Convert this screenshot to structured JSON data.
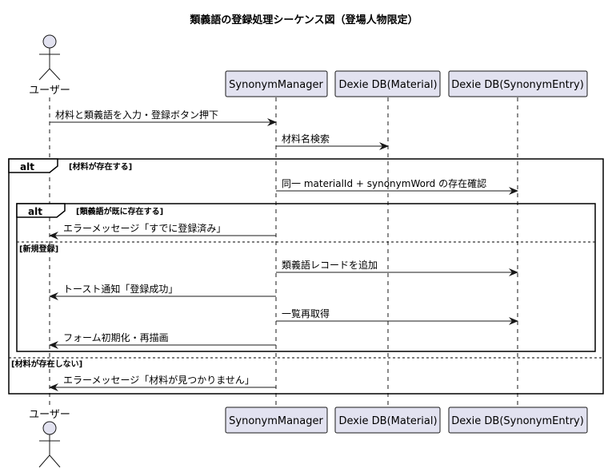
{
  "title": "類義語の登録処理シーケンス図（登場人物限定）",
  "participants": {
    "user": "ユーザー",
    "manager": "SynonymManager",
    "material": "Dexie DB(Material)",
    "entry": "Dexie DB(SynonymEntry)"
  },
  "frames": {
    "outer_label": "alt",
    "outer_guard": "[材料が存在する]",
    "outer_else_guard": "[材料が存在しない]",
    "inner_label": "alt",
    "inner_guard": "[類義語が既に存在する]",
    "inner_else_guard": "[新規登録]"
  },
  "messages": [
    {
      "from": "user",
      "to": "manager",
      "text": "材料と類義語を入力・登録ボタン押下"
    },
    {
      "from": "manager",
      "to": "material",
      "text": "材料名検索"
    },
    {
      "from": "manager",
      "to": "entry",
      "text": "同一 materialId + synonymWord の存在確認"
    },
    {
      "from": "manager",
      "to": "user",
      "text": "エラーメッセージ「すでに登録済み」"
    },
    {
      "from": "manager",
      "to": "entry",
      "text": "類義語レコードを追加"
    },
    {
      "from": "manager",
      "to": "user",
      "text": "トースト通知「登録成功」"
    },
    {
      "from": "manager",
      "to": "entry",
      "text": "一覧再取得"
    },
    {
      "from": "manager",
      "to": "user",
      "text": "フォーム初期化・再描画"
    },
    {
      "from": "manager",
      "to": "user",
      "text": "エラーメッセージ「材料が見つかりません」"
    }
  ],
  "colors": {
    "participant_fill": "#E2E2F0",
    "participant_stroke": "#181818",
    "lifeline": "#181818",
    "frame_stroke": "#000000"
  }
}
